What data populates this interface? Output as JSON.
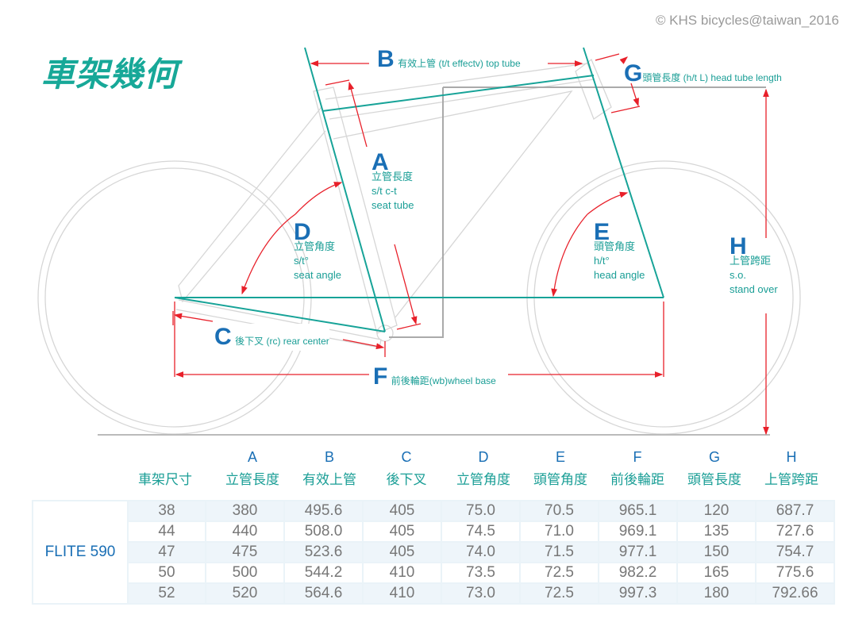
{
  "copyright": "© KHS bicycles@taiwan_2016",
  "title": "車架幾何",
  "labels": {
    "A": {
      "letter": "A",
      "l1": "立管長度",
      "l2": "s/t c-t",
      "l3": "seat tube"
    },
    "B": {
      "letter": "B",
      "text": "有效上管 (t/t effectv) top tube"
    },
    "C": {
      "letter": "C",
      "text": "後下叉 (rc) rear  center"
    },
    "D": {
      "letter": "D",
      "l1": "立管角度",
      "l2": "s/t°",
      "l3": "seat angle"
    },
    "E": {
      "letter": "E",
      "l1": "頭管角度",
      "l2": "h/t°",
      "l3": "head angle"
    },
    "F": {
      "letter": "F",
      "text": "前後輪距(wb)wheel base"
    },
    "G": {
      "letter": "G",
      "text": "頭管長度 (h/t L) head tube length"
    },
    "H": {
      "letter": "H",
      "l1": "上管跨距",
      "l2": "s.o.",
      "l3": "stand over"
    }
  },
  "table": {
    "size_header": "車架尺寸",
    "columns": [
      {
        "letter": "A",
        "name": "立管長度"
      },
      {
        "letter": "B",
        "name": "有效上管"
      },
      {
        "letter": "C",
        "name": "後下叉"
      },
      {
        "letter": "D",
        "name": "立管角度"
      },
      {
        "letter": "E",
        "name": "頭管角度"
      },
      {
        "letter": "F",
        "name": "前後輪距"
      },
      {
        "letter": "G",
        "name": "頭管長度"
      },
      {
        "letter": "H",
        "name": "上管跨距"
      }
    ],
    "model": "FLITE 590",
    "rows": [
      [
        "38",
        "380",
        "495.6",
        "405",
        "75.0",
        "70.5",
        "965.1",
        "120",
        "687.7"
      ],
      [
        "44",
        "440",
        "508.0",
        "405",
        "74.5",
        "71.0",
        "969.1",
        "135",
        "727.6"
      ],
      [
        "47",
        "475",
        "523.6",
        "405",
        "74.0",
        "71.5",
        "977.1",
        "150",
        "754.7"
      ],
      [
        "50",
        "500",
        "544.2",
        "410",
        "73.5",
        "72.5",
        "982.2",
        "165",
        "775.6"
      ],
      [
        "52",
        "520",
        "564.6",
        "410",
        "73.0",
        "72.5",
        "997.3",
        "180",
        "792.66"
      ]
    ]
  }
}
